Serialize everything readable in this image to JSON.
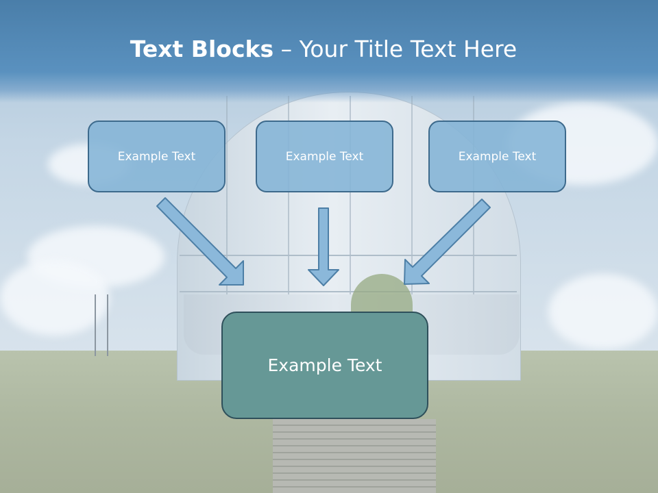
{
  "slide": {
    "title_bold": "Text Blocks",
    "title_dash": " – ",
    "title_rest": "Your Title Text Here"
  },
  "blocks": [
    {
      "label": "Example Text"
    },
    {
      "label": "Example Text"
    },
    {
      "label": "Example Text"
    }
  ],
  "target": {
    "label": "Example Text"
  },
  "colors": {
    "header": "#4a7ea9",
    "block_fill": "#84b4d6",
    "block_border": "#3d6a8c",
    "target_fill": "#669896",
    "arrow_fill": "#8bb8da"
  }
}
